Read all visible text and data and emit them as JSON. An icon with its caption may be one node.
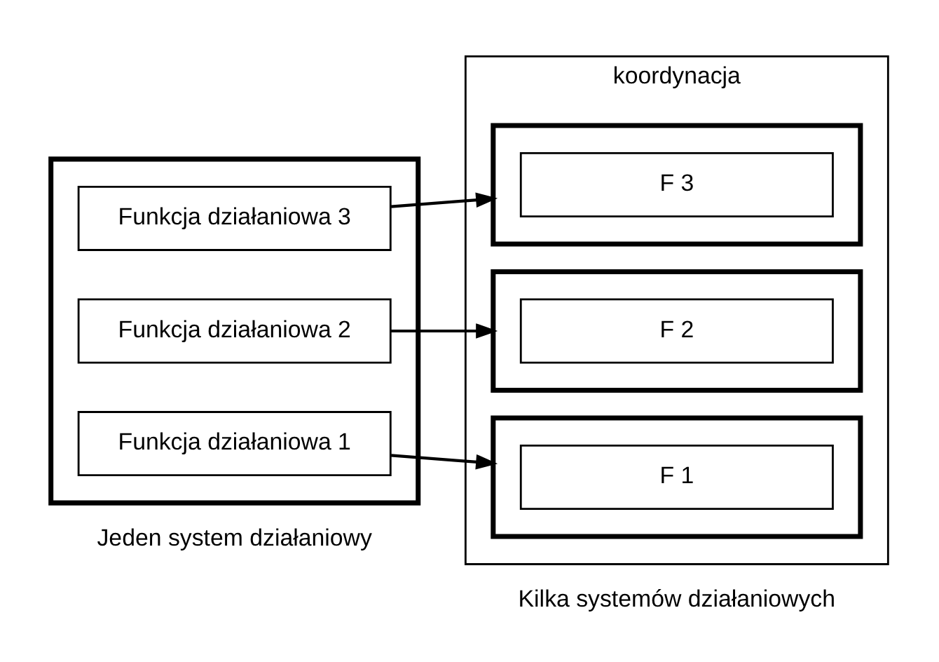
{
  "diagram": {
    "nodes": [
      {
        "text": [],
        "shape": "box",
        "beside": [
          "Jeden system działaniowy"
        ]
      },
      {
        "text": [
          "Funkcja działaniowa 3"
        ],
        "in": 0
      },
      {
        "text": [
          "Funkcja działaniowa 2"
        ],
        "in": 0
      },
      {
        "text": [
          "Funkcja działaniowa 1"
        ],
        "in": 0
      },
      {
        "text": [
          "koordynacja"
        ],
        "beside": [
          "Kilka systemów działaniowych"
        ]
      },
      {
        "text": [],
        "shape": "box",
        "in": 4
      },
      {
        "text": [
          "F 3"
        ],
        "in": 5
      },
      {
        "text": [],
        "shape": "box",
        "in": 4
      },
      {
        "text": [
          "F 2"
        ],
        "in": 7
      },
      {
        "text": [],
        "shape": "box",
        "in": 4
      },
      {
        "text": [
          "F 1"
        ],
        "in": 9
      }
    ],
    "edges": [
      {
        "from": 1,
        "to": 5,
        "arrow": "to"
      },
      {
        "from": 2,
        "to": 7,
        "arrow": "to"
      },
      {
        "from": 3,
        "to": 9,
        "arrow": "to"
      }
    ]
  }
}
